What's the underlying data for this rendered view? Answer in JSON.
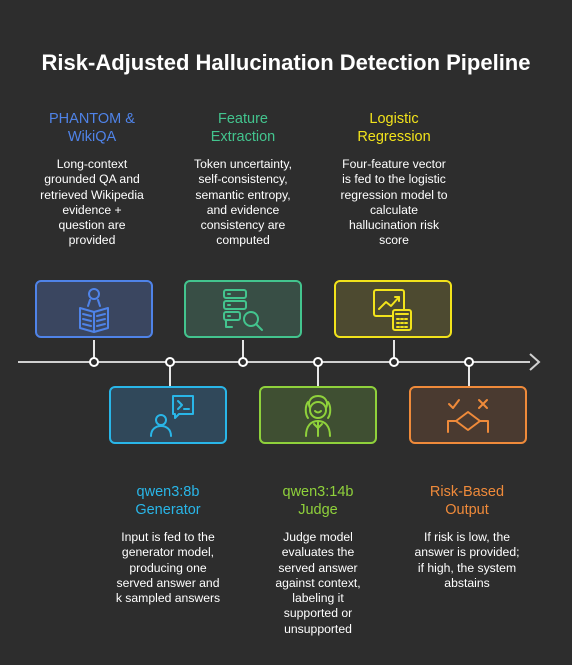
{
  "title": "Risk-Adjusted Hallucination Detection Pipeline",
  "colors": {
    "blue": "#4f83e8",
    "green": "#43c48e",
    "yellow": "#f2e31b",
    "cyan": "#29b6e8",
    "lime": "#8fd13b",
    "orange": "#ef8a3a"
  },
  "top_steps": [
    {
      "title": "PHANTOM &\nWikiQA",
      "desc": "Long-context\ngrounded QA and\nretrieved Wikipedia\nevidence +\nquestion are\nprovided",
      "icon": "reading-person-icon"
    },
    {
      "title": "Feature\nExtraction",
      "desc": "Token uncertainty,\nself-consistency,\nsemantic entropy,\nand evidence\nconsistency are\ncomputed",
      "icon": "server-search-icon"
    },
    {
      "title": "Logistic\nRegression",
      "desc": "Four-feature vector\nis fed to the logistic\nregression model to\ncalculate\nhallucination risk\nscore",
      "icon": "chart-calculator-icon"
    }
  ],
  "bottom_steps": [
    {
      "title": "qwen3:8b\nGenerator",
      "desc": "Input is fed to the\ngenerator model,\nproducing one\nserved answer and\nk sampled answers",
      "icon": "terminal-user-icon"
    },
    {
      "title": "qwen3:14b\nJudge",
      "desc": "Judge model\nevaluates the\nserved answer\nagainst context,\nlabeling it\nsupported or\nunsupported",
      "icon": "judge-icon"
    },
    {
      "title": "Risk-Based\nOutput",
      "desc": "If risk is low, the\nanswer is provided;\nif high, the system\nabstains",
      "icon": "decision-icon"
    }
  ]
}
